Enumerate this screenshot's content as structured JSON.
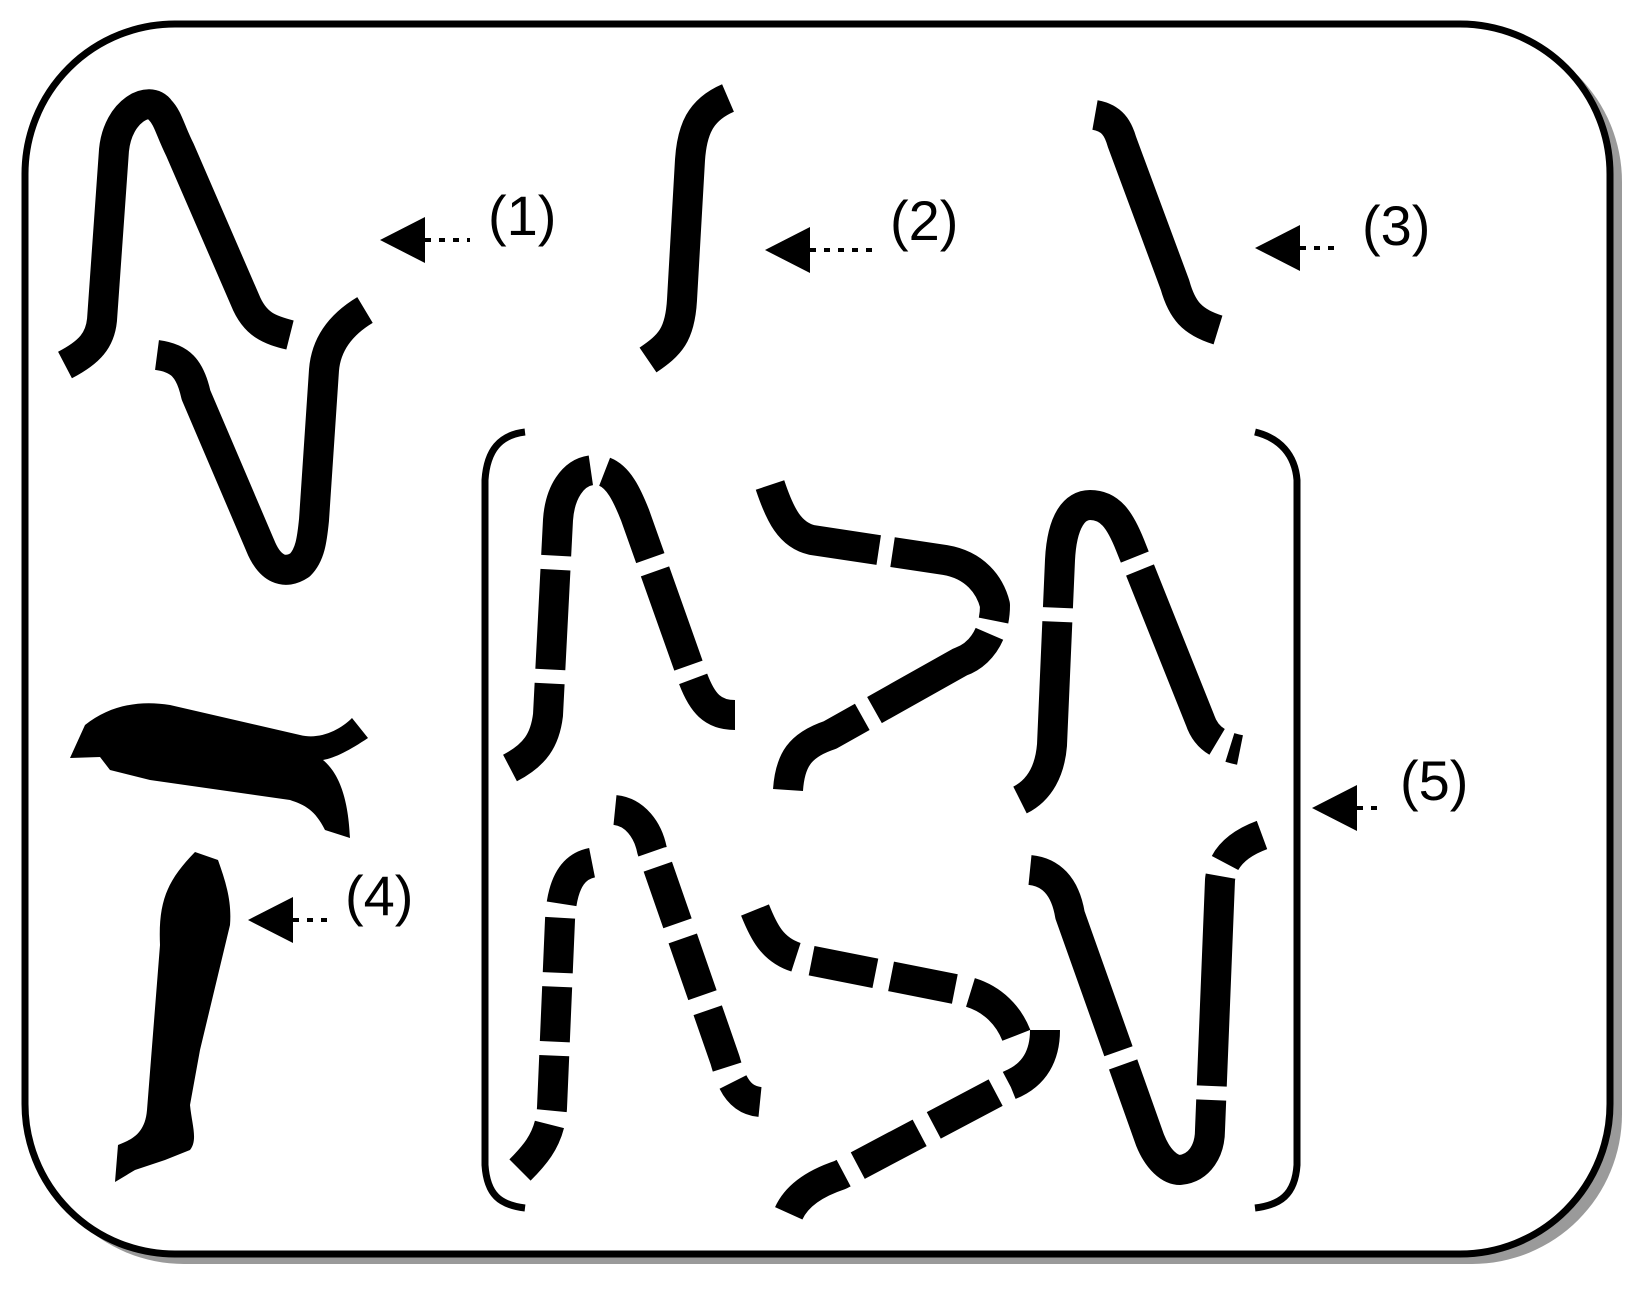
{
  "diagram": {
    "type": "schematic illustration of stroke shapes",
    "frame": {
      "shape": "rounded-rectangle",
      "border_color": "#000000",
      "shadow_color": "#9a9a9a",
      "background": "#ffffff"
    },
    "labels": [
      {
        "id": "1",
        "text": "(1)",
        "points_to": "S-shaped double curve (two joined wave segments)"
      },
      {
        "id": "2",
        "text": "(2)",
        "points_to": "integral-shaped single curve"
      },
      {
        "id": "3",
        "text": "(3)",
        "points_to": "backslash-shaped single curve"
      },
      {
        "id": "4",
        "text": "(4)",
        "points_to": "two collapsed/overlapping blob shapes"
      },
      {
        "id": "5",
        "text": "(5)",
        "points_to": "bracketed group of segmented (dashed) curves"
      }
    ],
    "colors": {
      "ink": "#000000",
      "background": "#ffffff"
    }
  }
}
